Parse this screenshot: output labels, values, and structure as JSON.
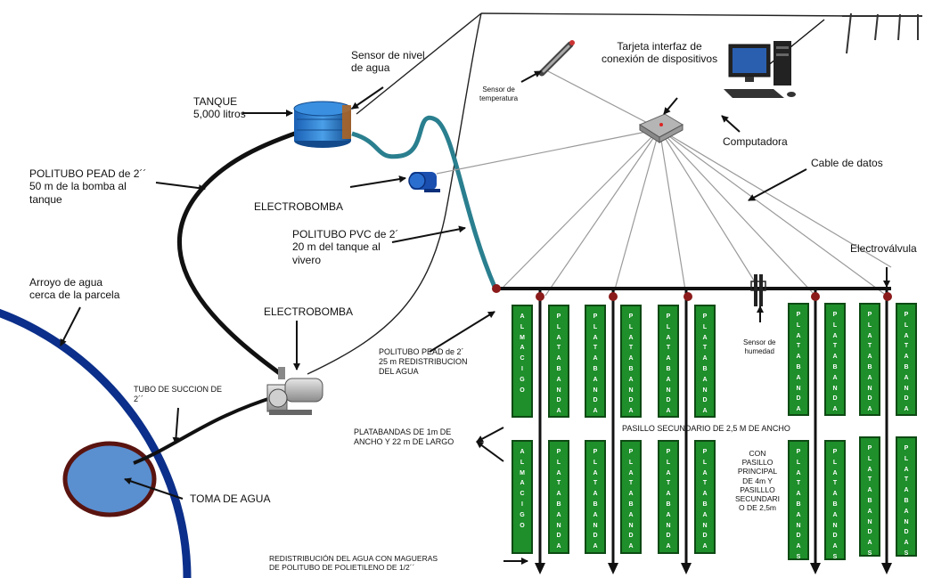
{
  "labels": {
    "tanque": "TANQUE\n5,000 litros",
    "sensor_nivel": "Sensor de nivel\nde agua",
    "tarjeta": "Tarjeta interfaz de\nconexión de dispositivos",
    "sensor_temp": "Sensor de\ntemperatura",
    "computadora": "Computadora",
    "cable_datos": "Cable de datos",
    "politubo_pead_2": "POLITUBO PEAD  de 2´´\n50 m  de la bomba al\ntanque",
    "electrobomba_1": "ELECTROBOMBA",
    "politubo_pvc": "POLITUBO PVC de 2´\n20 m del tanque al\nvivero",
    "electrovalvula": "Electroválvula",
    "arroyo": "Arroyo de agua\ncerca de la parcela",
    "electrobomba_2": "ELECTROBOMBA",
    "politubo_pead_redis": "POLITUBO PEAD de 2´\n25 m REDISTRIBUCION\nDEL AGUA",
    "sensor_humedad": "Sensor de\nhumedad",
    "tubo_succion": "TUBO DE SUCCION DE\n2´´",
    "platabandas_dim": "PLATABANDAS DE 1m  DE\nANCHO Y 22 m DE LARGO",
    "pasillo_secundario": "PASILLO SECUNDARIO DE 2,5 M DE ANCHO",
    "pasillo_principal": "CON\nPASILLO\nPRINCIPAL\nDE 4m Y\nPASILLLO\nSECUNDARI\nO DE 2,5m",
    "toma_agua": "TOMA DE AGUA",
    "redistribucion": "REDISTRIBUCIÓN  DEL AGUA CON MAGUERAS\nDE POLITUBO DE  POLIETILENO DE 1/2´´"
  },
  "beds": {
    "top_row": [
      "ALMACIGO",
      "PLATABANDAS",
      "PLATABANDAS",
      "PLATABANDAS",
      "PLATABANDAS",
      "PLATABANDAS",
      "PLATABANDAS",
      "PLATABANDAS",
      "PLATABANDAS",
      "PLATABANDAS"
    ],
    "bottom_row": [
      "ALMACIGO",
      "PLATABANDAS",
      "PLATABANDAS",
      "PLATABANDAS",
      "PLATABANDAS",
      "PLATABANDAS",
      "PLATABANDAS",
      "PLATABANDAS",
      "PLATABANDAS",
      "PLATABANDAS"
    ]
  },
  "colors": {
    "bed_fill": "#1e8f2a",
    "pipe_pvc": "#2a7f8f",
    "pipe_black": "#111111",
    "water_blue": "#5a8fd0",
    "stream_blue": "#0b2f8a",
    "valve_red": "#8b1a1a"
  }
}
